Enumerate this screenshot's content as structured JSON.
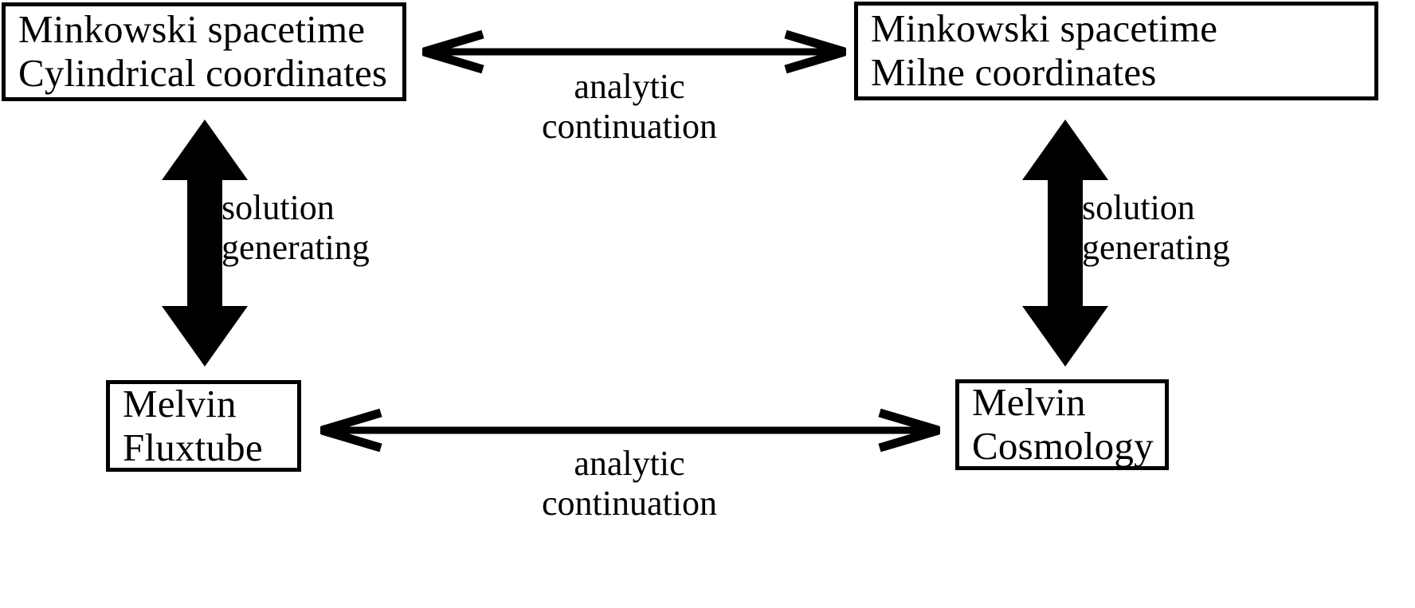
{
  "diagram": {
    "title": "Minkowski spacetime and Melvin solution correspondence diagram",
    "background_color": "#ffffff",
    "stroke_color": "#000000",
    "nodes": [
      {
        "id": "minkowski-cylindrical",
        "line1": "Minkowski spacetime",
        "line2": "Cylindrical coordinates"
      },
      {
        "id": "minkowski-milne",
        "line1": "Minkowski spacetime",
        "line2": "Milne coordinates"
      },
      {
        "id": "melvin-fluxtube",
        "line1": "Melvin",
        "line2": "Fluxtube"
      },
      {
        "id": "melvin-cosmology",
        "line1": "Melvin",
        "line2": "Cosmology"
      }
    ],
    "edges": [
      {
        "id": "analytic-continuation-top",
        "line1": "analytic",
        "line2": "continuation",
        "style": "thin-double-headed-horizontal"
      },
      {
        "id": "solution-generating-left",
        "line1": "solution",
        "line2": "generating",
        "style": "thick-double-headed-vertical"
      },
      {
        "id": "solution-generating-right",
        "line1": "solution",
        "line2": "generating",
        "style": "thick-double-headed-vertical"
      },
      {
        "id": "analytic-continuation-bottom",
        "line1": "analytic",
        "line2": "continuation",
        "style": "thin-double-headed-horizontal"
      }
    ]
  }
}
